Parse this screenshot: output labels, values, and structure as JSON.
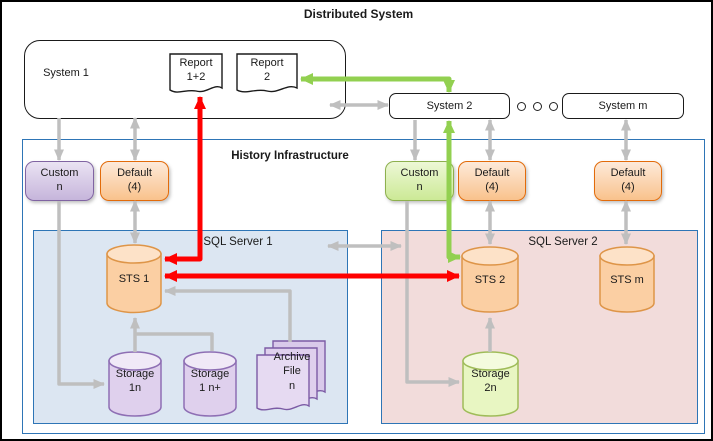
{
  "diagram": {
    "title": "Distributed System",
    "distributed_system": {
      "system1_label": "System 1",
      "report_1_2_label": "Report\n1+2",
      "report_2_label": "Report\n2",
      "system2_label": "System 2",
      "system_m_label": "System m"
    },
    "history": {
      "label": "History Infrastructure",
      "custom_left_label": "Custom\nn",
      "default_left_label": "Default\n(4)",
      "custom_right_label": "Custom\nn",
      "default_mid_label": "Default\n(4)",
      "default_right_label": "Default\n(4)"
    },
    "sql_server_1": {
      "label": "SQL Server 1",
      "sts1_label": "STS 1",
      "storage_1n_label": "Storage\n1n",
      "storage_1nplus_label": "Storage\n1 n+",
      "archive_label": "Archive\nFile\nn"
    },
    "sql_server_2": {
      "label": "SQL Server 2",
      "sts2_label": "STS 2",
      "sts_m_label": "STS m",
      "storage_2n_label": "Storage\n2n"
    },
    "colors": {
      "arrow_gray": "#BFBFBF",
      "arrow_red": "#FF0000",
      "arrow_green": "#92D050",
      "frame_blue": "#2E75B6",
      "sql1_fill": "#DCE6F2",
      "sql2_fill": "#F2DCDB",
      "custom_purple_fill": "#CDC0DD",
      "custom_green_fill": "#D9F0B2",
      "default_orange_fill": "#FBD5B0",
      "sts_cylinder_fill": "#FBCFA3",
      "storage_purple_fill": "#DFD0ED",
      "storage_green_fill": "#E8F6C2"
    }
  }
}
